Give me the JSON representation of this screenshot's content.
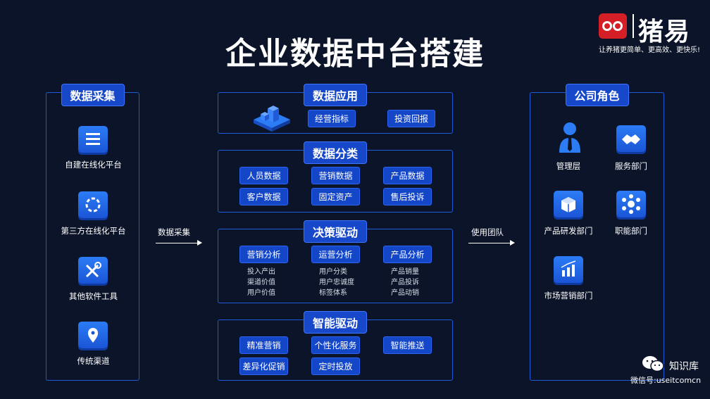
{
  "title": "企业数据中台搭建",
  "logo": {
    "name": "猪易",
    "slogan": "让养猪更简单、更高效、更快乐!"
  },
  "left_panel": {
    "heading": "数据采集",
    "items": [
      {
        "label": "自建在线化平台",
        "icon": "list-icon"
      },
      {
        "label": "第三方在线化平台",
        "icon": "ring-icon"
      },
      {
        "label": "其他软件工具",
        "icon": "tools-icon"
      },
      {
        "label": "传统渠道",
        "icon": "location-pin-icon"
      }
    ]
  },
  "arrow_left": {
    "label": "数据采集"
  },
  "arrow_right": {
    "label": "使用团队"
  },
  "app_section": {
    "heading": "数据应用",
    "chips": [
      "经营指标",
      "投资回报"
    ]
  },
  "class_section": {
    "heading": "数据分类",
    "chips": [
      "人员数据",
      "营销数据",
      "产品数据",
      "客户数据",
      "固定资产",
      "售后投诉"
    ]
  },
  "decision_section": {
    "heading": "决策驱动",
    "columns": [
      {
        "chip": "营销分析",
        "lines": [
          "投入产出",
          "渠道价值",
          "用户价值"
        ]
      },
      {
        "chip": "运营分析",
        "lines": [
          "用户分类",
          "用户忠诚度",
          "标签体系"
        ]
      },
      {
        "chip": "产品分析",
        "lines": [
          "产品销量",
          "产品投诉",
          "产品动销"
        ]
      }
    ]
  },
  "smart_section": {
    "heading": "智能驱动",
    "chips": [
      "精准营销",
      "个性化服务",
      "智能推送",
      "差异化促销",
      "定时投放"
    ]
  },
  "right_panel": {
    "heading": "公司角色",
    "items": [
      {
        "label": "管理层",
        "icon": "person-icon"
      },
      {
        "label": "服务部门",
        "icon": "handshake-icon"
      },
      {
        "label": "产品研发部门",
        "icon": "cube-icon"
      },
      {
        "label": "职能部门",
        "icon": "network-icon"
      },
      {
        "label": "市场营销部门",
        "icon": "bar-chart-icon"
      }
    ]
  },
  "watermark": {
    "name": "知识库",
    "account": "微信号:useitcomcn"
  }
}
